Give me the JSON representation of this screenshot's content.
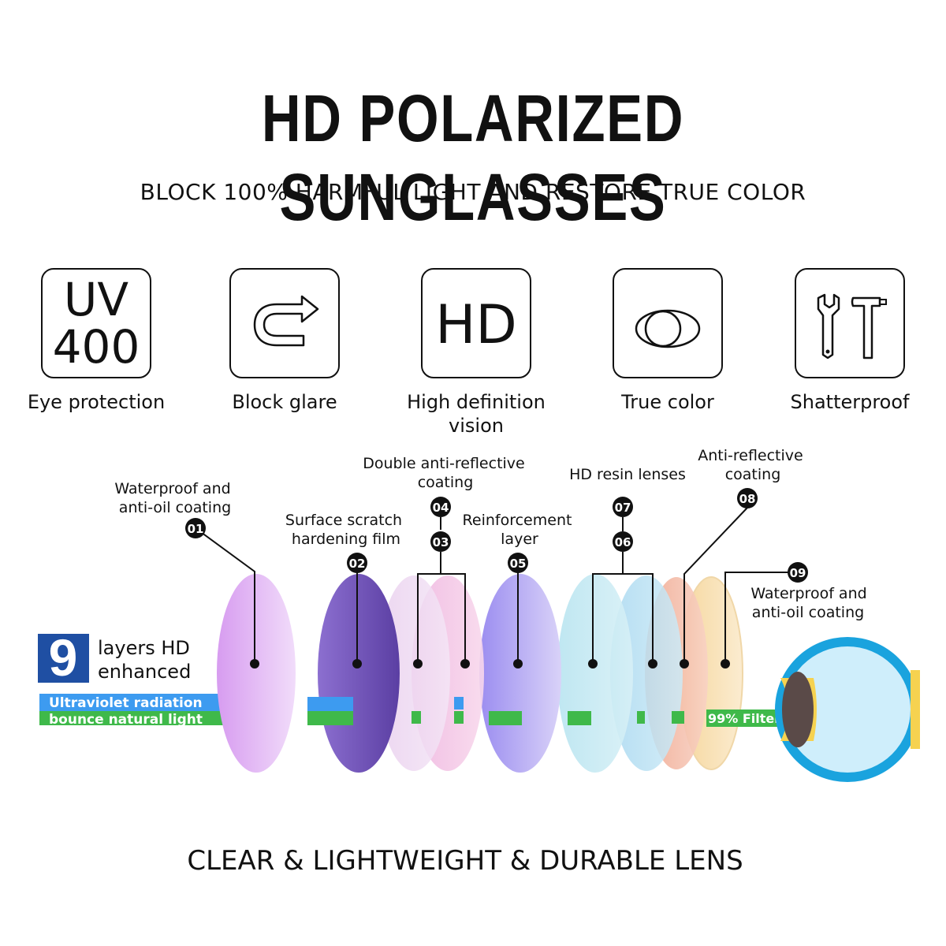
{
  "title": "HD POLARIZED SUNGLASSES",
  "subtitle": "BLOCK 100% HARMFUL LIGHT AND RESTORE TRUE COLOR",
  "features": [
    {
      "icon": "uv400-icon",
      "icon_line1": "UV",
      "icon_line2": "400",
      "label": "Eye protection"
    },
    {
      "icon": "u-turn-arrow-icon",
      "label": "Block glare"
    },
    {
      "icon": "hd-icon",
      "icon_text": "HD",
      "label": "High definition vision"
    },
    {
      "icon": "overlapping-lenses-icon",
      "label": "True color"
    },
    {
      "icon": "wrench-hammer-icon",
      "label": "Shatterproof"
    }
  ],
  "layers_badge": {
    "number": "9",
    "line1": "layers HD",
    "line2": "enhanced"
  },
  "rays": {
    "uv_label": "Ultraviolet radiation",
    "light_label": "bounce natural light",
    "filter_label": "99% Filter uv Rays",
    "uv_color": "#3d9bf0",
    "light_color": "#3fb94a"
  },
  "layers": [
    {
      "num": "01",
      "text1": "Waterproof and",
      "text2": "anti-oil coating"
    },
    {
      "num": "02",
      "text1": "Surface scratch",
      "text2": "hardening film"
    },
    {
      "num": "03",
      "text1": "",
      "text2": ""
    },
    {
      "num": "04",
      "text1": "Double anti-reflective",
      "text2": "coating"
    },
    {
      "num": "05",
      "text1": "Reinforcement",
      "text2": "layer"
    },
    {
      "num": "06",
      "text1": "",
      "text2": ""
    },
    {
      "num": "07",
      "text1": "HD resin lenses",
      "text2": ""
    },
    {
      "num": "08",
      "text1": "Anti-reflective",
      "text2": "coating"
    },
    {
      "num": "09",
      "text1": "Waterproof and",
      "text2": "anti-oil coating"
    }
  ],
  "footer": "CLEAR & LIGHTWEIGHT & DURABLE LENS"
}
